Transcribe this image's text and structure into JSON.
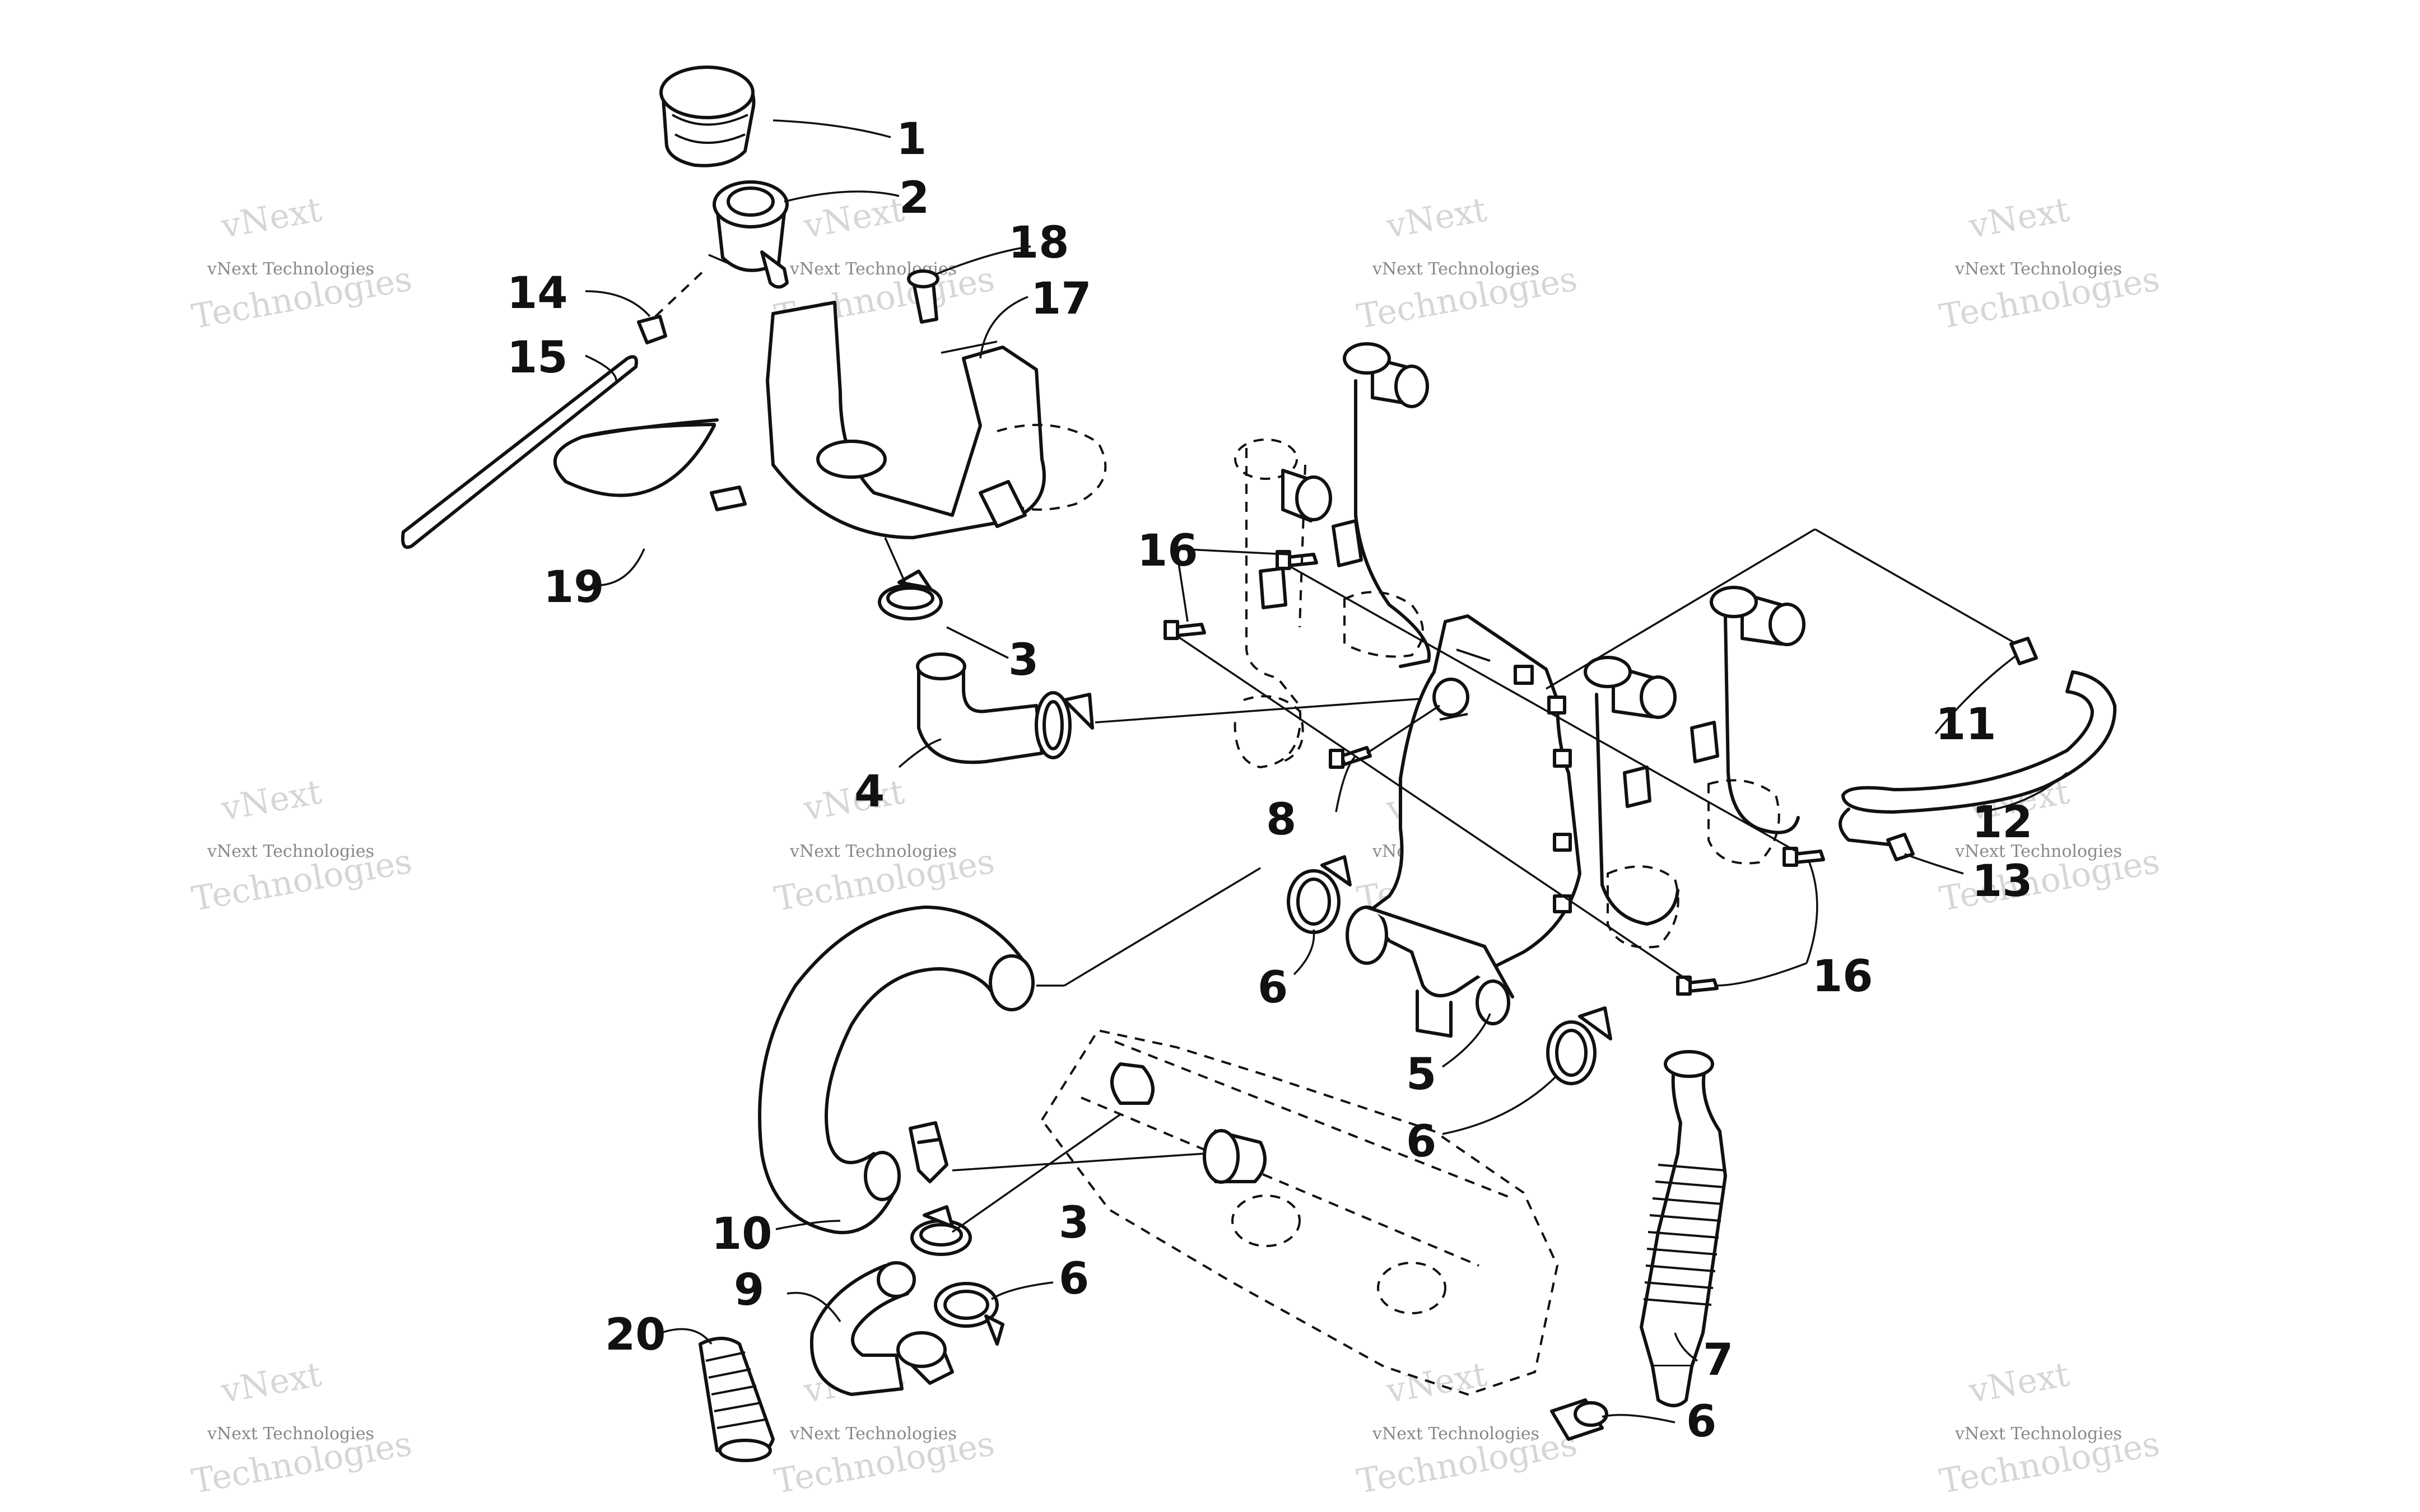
{
  "watermark": {
    "line1": "vNext",
    "line2": "vNext Technologies",
    "line3": "Technologies"
  },
  "callouts": [
    {
      "id": "1",
      "label": "1"
    },
    {
      "id": "2",
      "label": "2"
    },
    {
      "id": "3a",
      "label": "3"
    },
    {
      "id": "3b",
      "label": "3"
    },
    {
      "id": "4",
      "label": "4"
    },
    {
      "id": "5",
      "label": "5"
    },
    {
      "id": "6a",
      "label": "6"
    },
    {
      "id": "6b",
      "label": "6"
    },
    {
      "id": "6c",
      "label": "6"
    },
    {
      "id": "6d",
      "label": "6"
    },
    {
      "id": "7",
      "label": "7"
    },
    {
      "id": "8",
      "label": "8"
    },
    {
      "id": "9",
      "label": "9"
    },
    {
      "id": "10",
      "label": "10"
    },
    {
      "id": "11",
      "label": "11"
    },
    {
      "id": "12",
      "label": "12"
    },
    {
      "id": "13",
      "label": "13"
    },
    {
      "id": "14",
      "label": "14"
    },
    {
      "id": "15",
      "label": "15"
    },
    {
      "id": "16a",
      "label": "16"
    },
    {
      "id": "16b",
      "label": "16"
    },
    {
      "id": "17",
      "label": "17"
    },
    {
      "id": "18",
      "label": "18"
    },
    {
      "id": "19",
      "label": "19"
    },
    {
      "id": "20",
      "label": "20"
    }
  ]
}
